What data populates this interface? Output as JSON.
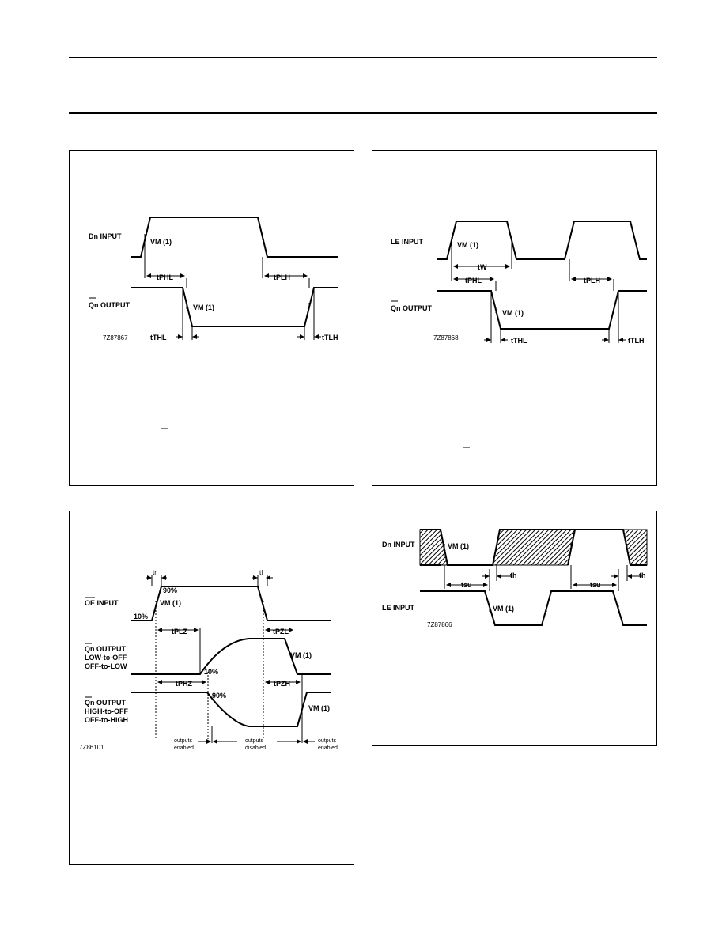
{
  "panels": {
    "p1": {
      "input_label": "Dn INPUT",
      "output_label": "Qn OUTPUT",
      "vm1": "VM (1)",
      "vm2": "VM (1)",
      "t_phl": "tPHL",
      "t_plh": "tPLH",
      "t_thl": "tTHL",
      "t_tlh": "tTLH",
      "code": "7Z87867"
    },
    "p2": {
      "input_label": "LE INPUT",
      "output_label": "Qn OUTPUT",
      "vm1": "VM (1)",
      "vm2": "VM (1)",
      "t_w": "tW",
      "t_phl": "tPHL",
      "t_plh": "tPLH",
      "t_thl": "tTHL",
      "t_tlh": "tTLH",
      "code": "7Z87868"
    },
    "p3": {
      "input_label": "OE INPUT",
      "out1_line1": "Qn OUTPUT",
      "out1_line2": "LOW-to-OFF",
      "out1_line3": "OFF-to-LOW",
      "out2_line1": "Qn OUTPUT",
      "out2_line2": "HIGH-to-OFF",
      "out2_line3": "OFF-to-HIGH",
      "tr": "tr",
      "tf": "tf",
      "p90a": "90%",
      "p10a": "10%",
      "p10b": "10%",
      "p90b": "90%",
      "vm1": "VM (1)",
      "vm2": "VM (1)",
      "vm3": "VM (1)",
      "t_plz": "tPLZ",
      "t_pzl": "tPZL",
      "t_phz": "tPHZ",
      "t_pzh": "tPZH",
      "en1a": "outputs",
      "en1b": "enabled",
      "dis_a": "outputs",
      "dis_b": "disabled",
      "en2a": "outputs",
      "en2b": "enabled",
      "code": "7Z86101"
    },
    "p4": {
      "input_label": "Dn INPUT",
      "le_label": "LE INPUT",
      "vm1": "VM (1)",
      "vm2": "VM (1)",
      "t_h1": "th",
      "t_h2": "th",
      "t_su1": "tsu",
      "t_su2": "tsu",
      "code": "7Z87866"
    }
  }
}
